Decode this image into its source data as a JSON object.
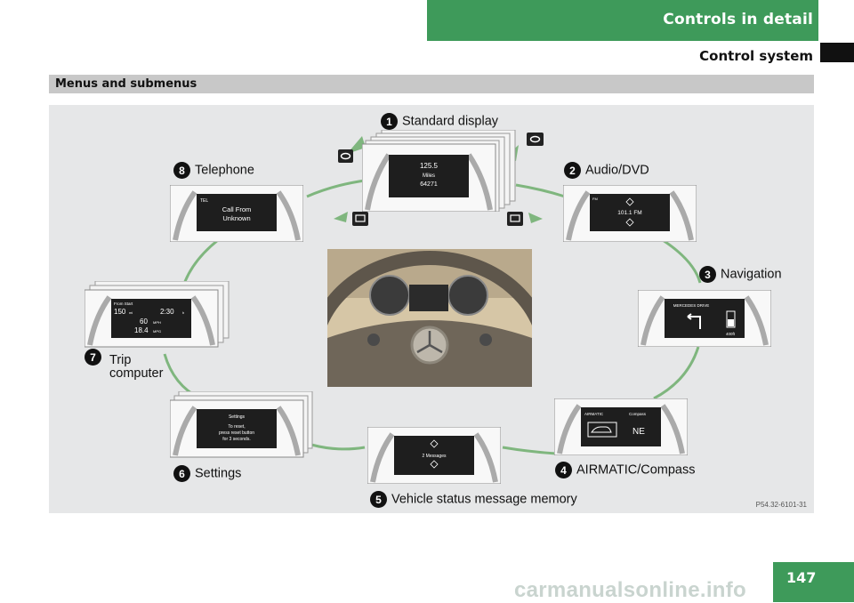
{
  "header": {
    "chapter": "Controls in detail",
    "section": "Control system"
  },
  "section_title": "Menus and submenus",
  "menus": [
    {
      "num": "1",
      "label": "Standard display",
      "screen": [
        "125.5",
        "Miles",
        "64271"
      ]
    },
    {
      "num": "2",
      "label": "Audio/DVD",
      "screen": [
        "FM",
        "101.1 FM"
      ]
    },
    {
      "num": "3",
      "label": "Navigation",
      "screen": [
        "MERCEDES DRIVE",
        "400ft"
      ]
    },
    {
      "num": "4",
      "label": "AIRMATIC/Compass",
      "screen": [
        "AIRMATIC",
        "Compass",
        "NE"
      ]
    },
    {
      "num": "5",
      "label": "Vehicle status message memory",
      "screen": [
        "2 Messages"
      ]
    },
    {
      "num": "6",
      "label": "Settings",
      "screen": [
        "Settings",
        "To reset,",
        "press reset button",
        "for 3 seconds."
      ]
    },
    {
      "num": "7",
      "label_line1": "Trip",
      "label_line2": "computer",
      "screen": [
        "From Start",
        "150",
        "mi",
        "2:30",
        "h",
        "60",
        "MPH",
        "18.4",
        "MPG"
      ]
    },
    {
      "num": "8",
      "label": "Telephone",
      "screen": [
        "TEL",
        "Call From",
        "Unknown"
      ]
    }
  ],
  "figure_code": "P54.32-6101-31",
  "page_number": "147",
  "watermark": "carmanualsonline.info",
  "colors": {
    "accent": "#3e9a5a",
    "arc": "#7fb67e"
  }
}
